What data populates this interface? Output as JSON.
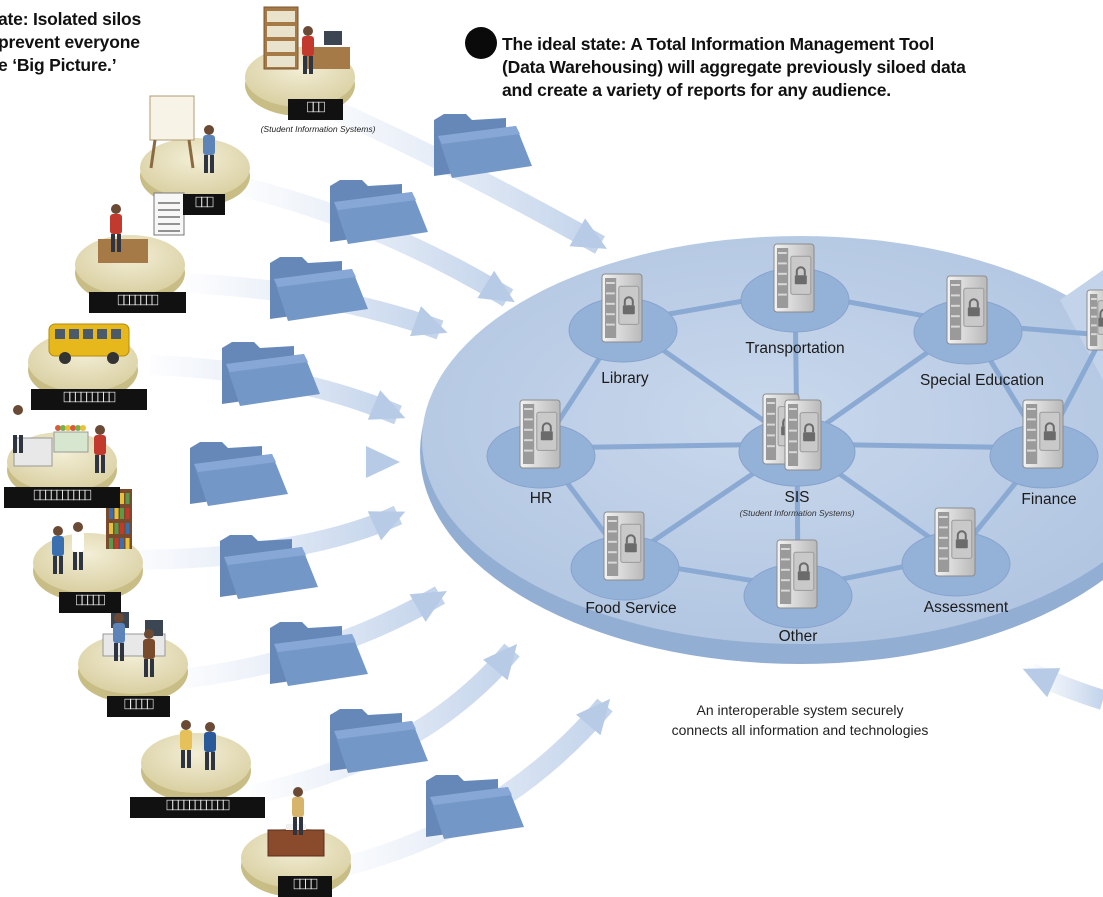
{
  "left_heading": [
    "ate: Isolated silos",
    "prevent everyone",
    "e ‘Big Picture.’"
  ],
  "right_heading": [
    "The ideal state: A Total Information Management Tool",
    "(Data Warehousing) will aggregate previously siloed data",
    "and create a variety of reports for any audience."
  ],
  "silo_subcaption": "(Student Information Systems)",
  "silos": [
    {
      "id": "sis",
      "tag": "⎕⎕⎕"
    },
    {
      "id": "teacher",
      "tag": "⎕⎕⎕"
    },
    {
      "id": "grades",
      "tag": "⎕⎕⎕⎕⎕⎕⎕"
    },
    {
      "id": "bus",
      "tag": "⎕⎕⎕⎕⎕⎕⎕⎕⎕"
    },
    {
      "id": "food",
      "tag": "⎕⎕⎕⎕⎕⎕⎕⎕⎕⎕"
    },
    {
      "id": "library",
      "tag": "⎕⎕⎕⎕⎕"
    },
    {
      "id": "computers",
      "tag": "⎕⎕⎕⎕⎕"
    },
    {
      "id": "staff",
      "tag": "⎕⎕⎕⎕⎕⎕⎕⎕⎕⎕⎕"
    },
    {
      "id": "office",
      "tag": "⎕⎕⎕⎕"
    }
  ],
  "nodes": {
    "library": "Library",
    "transportation": "Transportation",
    "special_education": "Special Education",
    "hr": "HR",
    "sis": "SIS",
    "sis_sub": "(Student Information Systems)",
    "finance": "Finance",
    "food_service": "Food Service",
    "other": "Other",
    "assessment": "Assessment"
  },
  "caption": [
    "An interoperable system securely",
    "connects all information and technologies"
  ],
  "colors": {
    "platform_top": "#b8cbe4",
    "platform_edge": "#93aed3",
    "node_disc": "#94b1d8",
    "link": "#8aa9d3",
    "folder": "#7398c8",
    "arrow": "#c9d8ee",
    "silo_disc": "#e5deba",
    "server": "#dedede",
    "lock": "#6b6b6b"
  },
  "icons": [
    "server-icon",
    "lock-icon",
    "folder-icon",
    "arrow-icon",
    "bullet-dot"
  ]
}
